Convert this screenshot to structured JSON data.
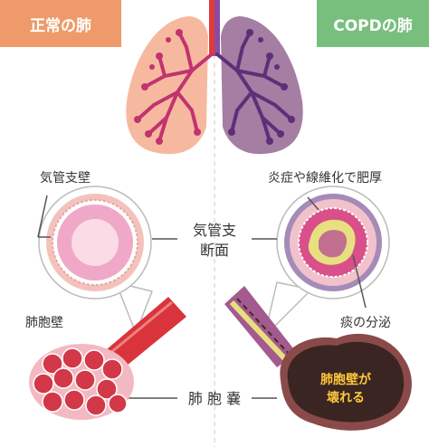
{
  "badges": {
    "left": "正常の肺",
    "right": "COPDの肺"
  },
  "labels": {
    "bronchial_wall": "気管支壁",
    "inflammation": "炎症や線維化で肥厚",
    "cross_section_line1": "気管支",
    "cross_section_line2": "断面",
    "alveolar_wall": "肺胞壁",
    "sputum": "痰の分泌",
    "alveolus": "肺 胞 嚢",
    "copd_wall_line1": "肺胞壁が",
    "copd_wall_line2": "壊れる"
  },
  "colors": {
    "normal_badge": "#ef9a6a",
    "copd_badge": "#78bf7e",
    "normal_lung": "#f6b9a0",
    "copd_lung": "#a47ea3",
    "bronchi_normal": "#c2336f",
    "bronchi_copd": "#5e2f78",
    "trachea_red": "#e03a3a",
    "trachea_purple": "#8a4ca2",
    "damaged_alveoli": "#3a2522",
    "copd_text": "#ffc83a"
  },
  "icons": [
    "lungs-illustration",
    "bronchus-cross-section",
    "alveolar-sac-illustration"
  ]
}
